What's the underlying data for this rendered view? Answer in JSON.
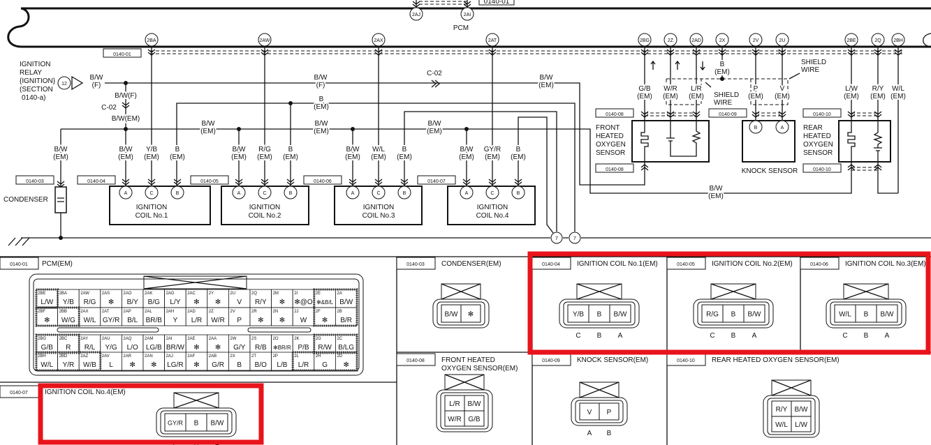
{
  "pcm": {
    "label": "PCM",
    "ref": "0140-01",
    "top_pins": [
      "2AJ",
      "2AI"
    ],
    "pins": [
      "2BA",
      "2AW",
      "2AX",
      "2AT",
      "2BG",
      "2Z",
      "2AD",
      "2X",
      "2V",
      "2U",
      "2BE",
      "2Q",
      "2BH"
    ]
  },
  "ignition_relay": {
    "lines": [
      "IGNITION",
      "RELAY",
      "{IGNITION}",
      "(SECTION",
      "0140-a)"
    ],
    "terminal": "12"
  },
  "wire_labels": [
    [
      "B/W",
      "(F)"
    ],
    [
      "B/W(F)"
    ],
    [
      "C-02"
    ],
    [
      "B/W(EM)"
    ],
    [
      "B/W",
      "(EM)"
    ],
    [
      "B/W",
      "(EM)"
    ],
    [
      "B/W",
      "(EM)"
    ],
    [
      "B/W",
      "(F)"
    ],
    [
      "C-02"
    ],
    [
      "B/W",
      "(EM)"
    ],
    [
      "B",
      "(EM)"
    ],
    [
      "B/W",
      "(EM)"
    ],
    [
      "B/W",
      "(EM)"
    ],
    [
      "Y/B",
      "(EM)"
    ],
    [
      "B",
      "(EM)"
    ],
    [
      "B/W",
      "(EM)"
    ],
    [
      "R/G",
      "(EM)"
    ],
    [
      "B",
      "(EM)"
    ],
    [
      "B/W",
      "(EM)"
    ],
    [
      "W/L",
      "(EM)"
    ],
    [
      "B",
      "(EM)"
    ],
    [
      "B/W",
      "(EM)"
    ],
    [
      "GY/R",
      "(EM)"
    ],
    [
      "B",
      "(EM)"
    ],
    [
      "G/B",
      "(EM)"
    ],
    [
      "W/R",
      "(EM)"
    ],
    [
      "L/R",
      "(EM)"
    ],
    [
      "B",
      "(EM)"
    ],
    [
      "P",
      "(EM)"
    ],
    [
      "V",
      "(EM)"
    ],
    [
      "L/W",
      "(EM)"
    ],
    [
      "R/Y",
      "(EM)"
    ],
    [
      "W/L",
      "(EM)"
    ],
    [
      "SHIELD",
      "WIRE"
    ],
    [
      "SHIELD",
      "WIRE"
    ],
    [
      "B/W",
      "(EM)"
    ]
  ],
  "connector_refs": [
    "0140-01",
    "0140-03",
    "0140-04",
    "0140-05",
    "0140-06",
    "0140-07",
    "0140-08",
    "0140-08",
    "0140-09",
    "0140-10",
    "0140-10"
  ],
  "components": {
    "condenser": "CONDENSER",
    "coils": [
      {
        "lines": [
          "IGNITION",
          "COIL No.1"
        ],
        "pins": [
          "A",
          "C",
          "B"
        ]
      },
      {
        "lines": [
          "IGNITION",
          "COIL No.2"
        ],
        "pins": [
          "A",
          "C",
          "B"
        ]
      },
      {
        "lines": [
          "IGNITION",
          "COIL No.3"
        ],
        "pins": [
          "A",
          "C",
          "B"
        ]
      },
      {
        "lines": [
          "IGNITION",
          "COIL No.4"
        ],
        "pins": [
          "A",
          "C",
          "B"
        ]
      }
    ],
    "front_o2": [
      "FRONT",
      "HEATED",
      "OXYGEN",
      "SENSOR"
    ],
    "knock": "KNOCK SENSOR",
    "knock_pins": [
      "B",
      "A"
    ],
    "rear_o2": [
      "REAR",
      "HEATED",
      "OXYGEN",
      "SENSOR"
    ],
    "ground_terminal": "7"
  },
  "pcm_connector_view": {
    "ref": "0140-01",
    "title": "PCM(EM)",
    "rows": [
      [
        [
          "2BE",
          "L/W"
        ],
        [
          "2BA",
          "Y/B"
        ],
        [
          "2AW",
          "R/G"
        ],
        [
          "2AS",
          "✻"
        ],
        [
          "2AO",
          "B/Y"
        ],
        [
          "2AK",
          "B/G"
        ],
        [
          "2AG",
          "L/Y"
        ],
        [
          "2AC",
          "✻"
        ],
        [
          "2Y",
          "✻"
        ],
        [
          "2U",
          "V"
        ],
        [
          "2Q",
          "R/Y"
        ],
        [
          "2M",
          "✻"
        ],
        [
          "2I",
          "✻@O"
        ],
        [
          "2E",
          "✻&B/L"
        ],
        [
          "2A",
          "B/W"
        ]
      ],
      [
        [
          "2BF",
          "✻"
        ],
        [
          "2BB",
          "W/G"
        ],
        [
          "2AX",
          "W/L"
        ],
        [
          "2AT",
          "GY/R"
        ],
        [
          "2AP",
          "B/L"
        ],
        [
          "2AL",
          "BR/B"
        ],
        [
          "2AH",
          "Y"
        ],
        [
          "2AD",
          "L/R"
        ],
        [
          "2Z",
          "W/R"
        ],
        [
          "2V",
          "P"
        ],
        [
          "2R",
          "✻"
        ],
        [
          "2N",
          "✻"
        ],
        [
          "2J",
          "W"
        ],
        [
          "2F",
          "✻"
        ],
        [
          "2B",
          "B/R"
        ]
      ],
      [
        [
          "2BG",
          "G/B"
        ],
        [
          "2BC",
          "R"
        ],
        [
          "2AY",
          "R/L"
        ],
        [
          "2AU",
          "Y/G"
        ],
        [
          "2AQ",
          "L/O"
        ],
        [
          "2AM",
          "LG/B"
        ],
        [
          "2AI",
          "BR/W"
        ],
        [
          "2AE",
          "✻"
        ],
        [
          "2AA",
          "✻"
        ],
        [
          "2W",
          "G/Y"
        ],
        [
          "2S",
          "R/B"
        ],
        [
          "2O",
          "✻BR/R"
        ],
        [
          "2K",
          "P/B"
        ],
        [
          "2G",
          "R/W"
        ],
        [
          "2C",
          "B/LG"
        ]
      ],
      [
        [
          "2BH",
          "W/L"
        ],
        [
          "2BD",
          "Y/R"
        ],
        [
          "2AZ",
          "W/B"
        ],
        [
          "2AV",
          "L"
        ],
        [
          "2AR",
          "✻"
        ],
        [
          "2AN",
          "✻"
        ],
        [
          "2AJ",
          "LG/R"
        ],
        [
          "2AF",
          "✻"
        ],
        [
          "2AB",
          "G/R"
        ],
        [
          "2X",
          "B"
        ],
        [
          "2T",
          "B/O"
        ],
        [
          "2P",
          "L/B"
        ],
        [
          "2L",
          "L/R"
        ],
        [
          "2H",
          "G"
        ],
        [
          "2D",
          "✻"
        ]
      ]
    ]
  },
  "connector_views": [
    {
      "ref": "0140-03",
      "title": [
        "CONDENSER(EM)"
      ],
      "cells": [
        [
          "B/W",
          "✻"
        ]
      ],
      "pins": []
    },
    {
      "ref": "0140-04",
      "title": [
        "IGNITION COIL No.1(EM)"
      ],
      "cells": [
        [
          "Y/B",
          "B",
          "B/W"
        ]
      ],
      "pins": [
        "C",
        "B",
        "A"
      ]
    },
    {
      "ref": "0140-05",
      "title": [
        "IGNITION COIL No.2(EM)"
      ],
      "cells": [
        [
          "R/G",
          "B",
          "B/W"
        ]
      ],
      "pins": [
        "C",
        "B",
        "A"
      ]
    },
    {
      "ref": "0140-06",
      "title": [
        "IGNITION COIL No.3(EM)"
      ],
      "cells": [
        [
          "W/L",
          "B",
          "B/W"
        ]
      ],
      "pins": [
        "C",
        "B",
        "A"
      ]
    },
    {
      "ref": "0140-07",
      "title": [
        "IGNITION COIL No.4(EM)"
      ],
      "cells": [
        [
          "GY/R",
          "B",
          "B/W"
        ]
      ],
      "pins": [
        "C",
        "B",
        "A"
      ]
    },
    {
      "ref": "0140-08",
      "title": [
        "FRONT HEATED",
        "OXYGEN SENSOR(EM)"
      ],
      "cells": [
        [
          "L/R",
          "B/W"
        ],
        [
          "W/R",
          "G/B"
        ]
      ],
      "pins": []
    },
    {
      "ref": "0140-09",
      "title": [
        "KNOCK SENSOR(EM)"
      ],
      "cells": [
        [
          "V",
          "P"
        ]
      ],
      "pins": [
        "A",
        "B"
      ]
    },
    {
      "ref": "0140-10",
      "title": [
        "REAR HEATED OXYGEN SENSOR(EM)"
      ],
      "cells": [
        [
          "R/Y",
          "B/W"
        ],
        [
          "W/L",
          "L/W"
        ]
      ],
      "pins": []
    }
  ],
  "highlight_color": "#e8141b"
}
